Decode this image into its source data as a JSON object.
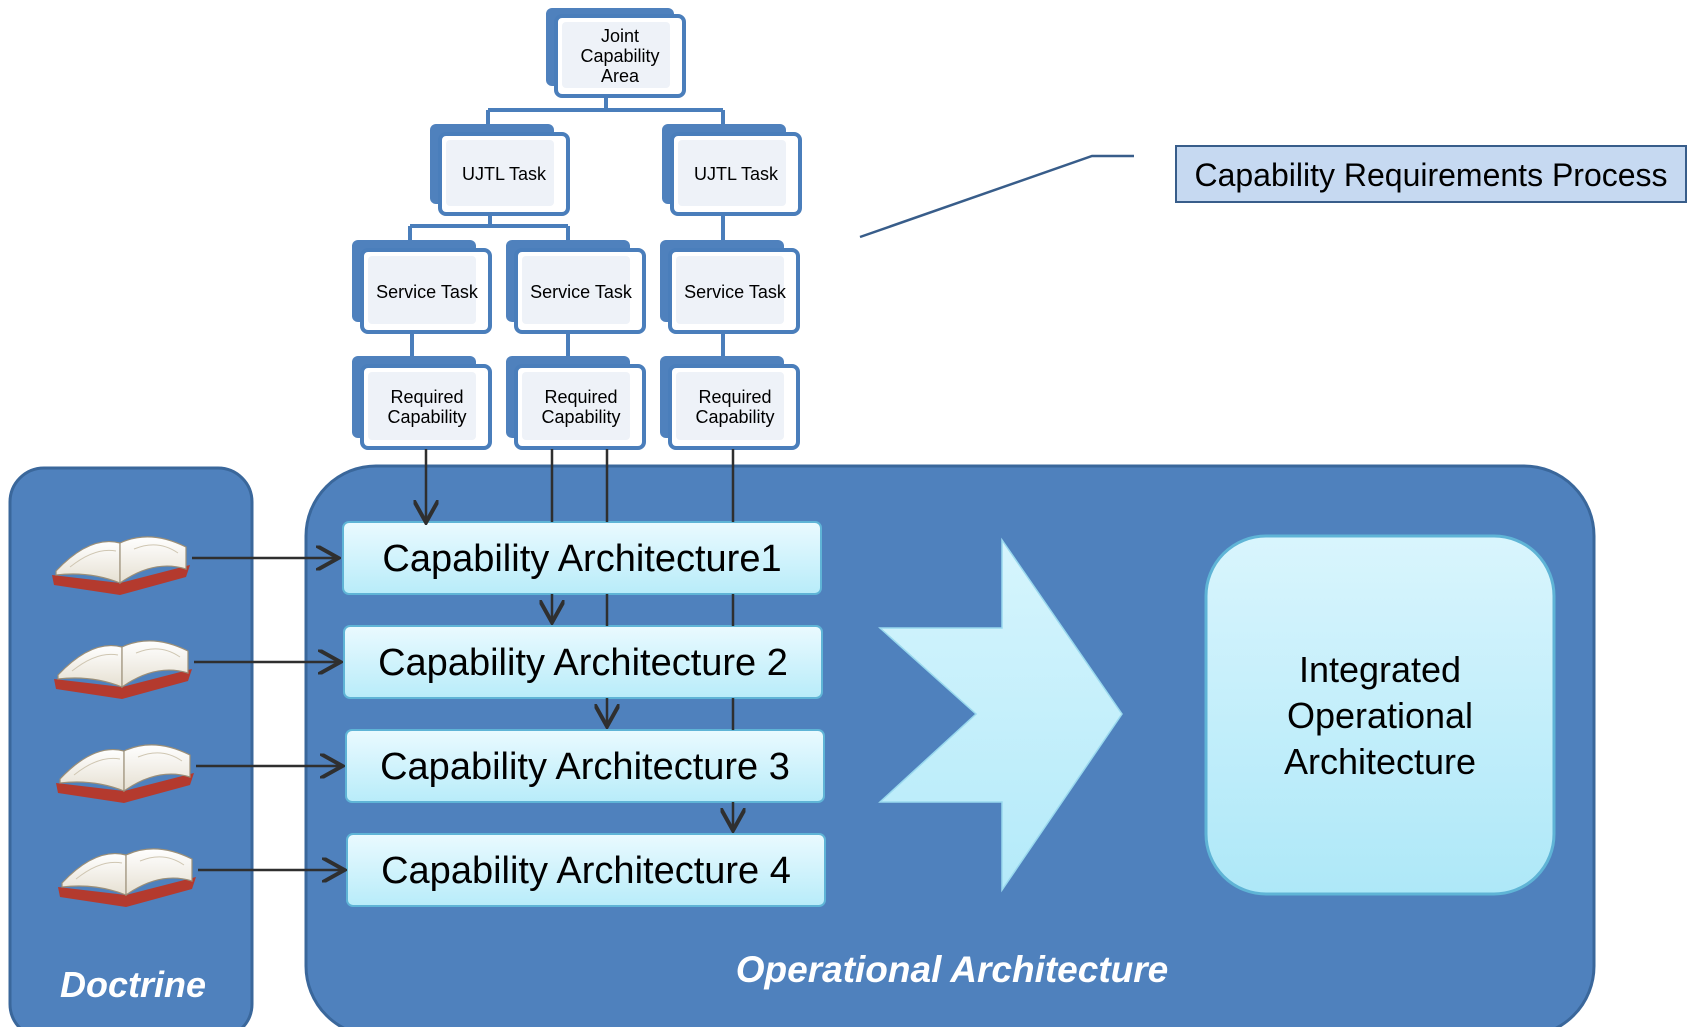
{
  "hierarchy": {
    "root": [
      "Joint",
      "Capability",
      "Area"
    ],
    "ujtl": [
      "UJTL Task",
      "UJTL Task"
    ],
    "service": [
      "Service Task",
      "Service Task",
      "Service Task"
    ],
    "required": [
      [
        "Required",
        "Capability"
      ],
      [
        "Required",
        "Capability"
      ],
      [
        "Required",
        "Capability"
      ]
    ]
  },
  "process_label": "Capability Requirements Process",
  "doctrine": {
    "label": "Doctrine",
    "books": 4
  },
  "operational": {
    "label": "Operational Architecture",
    "capability_architectures": [
      "Capability Architecture1",
      "Capability Architecture 2",
      "Capability Architecture 3",
      "Capability Architecture 4"
    ],
    "integrated": [
      "Integrated",
      "Operational",
      "Architecture"
    ]
  },
  "colors": {
    "panel": "#4f81bd",
    "panel_border": "#3a679b",
    "node_border": "#4a7ebb",
    "node_shadow": "#4f81bd",
    "node_fill": "#ffffff",
    "cap_fill_top": "#e6f8fd",
    "cap_fill_bottom": "#b9ecf8",
    "arrow_fill": "#c8f0fb",
    "callout_fill": "#c6d9f1",
    "callout_border": "#385d8a",
    "line": "#2f2f2f"
  }
}
